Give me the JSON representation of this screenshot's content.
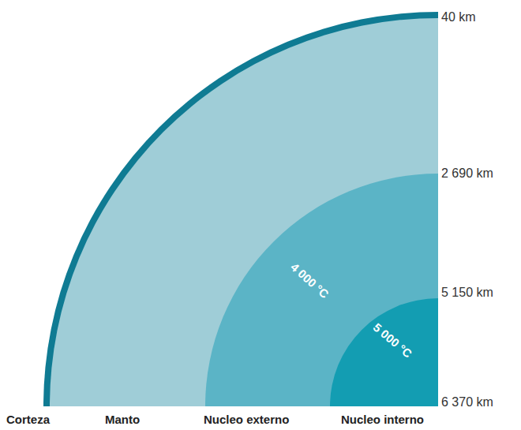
{
  "diagram": {
    "labels": [
      "40 km",
      "2 690 km",
      "5 150 km",
      "6 370 km",
      "4 000 °C",
      "5 000 °C",
      "Corteza",
      "Manto",
      "Nucleo externo",
      "Nucleo interno"
    ]
  }
}
